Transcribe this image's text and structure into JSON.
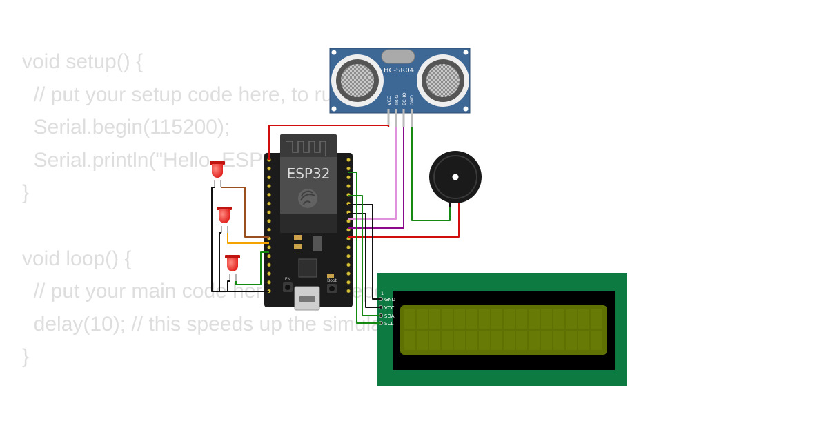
{
  "code_lines": [
    "void setup() {",
    "  // put your setup code here, to run once:",
    "  Serial.begin(115200);",
    "  Serial.println(\"Hello, ESP32!\");",
    "}",
    "",
    "void loop() {",
    "  // put your main code here, to run repeatedly:",
    "  delay(10); // this speeds up the simulation",
    "}"
  ],
  "sensor": {
    "name": "HC-SR04",
    "pins": [
      "VCC",
      "TRIG",
      "ECHO",
      "GND"
    ]
  },
  "mcu": {
    "name": "ESP32",
    "boot_label": "Boot",
    "en_label": "EN"
  },
  "lcd": {
    "pin_marker": "1",
    "pins": [
      "GND",
      "VCC",
      "SDA",
      "SCL"
    ]
  },
  "colors": {
    "sensor_board": "#3d6896",
    "lcd_board": "#0d7a41",
    "lcd_screen": "#5f7102",
    "led": "#e0201c",
    "wire_red": "#d20d0d",
    "wire_green": "#148a12",
    "wire_pink": "#df91de",
    "wire_purple": "#8b0a8b",
    "wire_brown": "#9a4f1e",
    "wire_orange": "#f5a300",
    "wire_black": "#111111"
  }
}
